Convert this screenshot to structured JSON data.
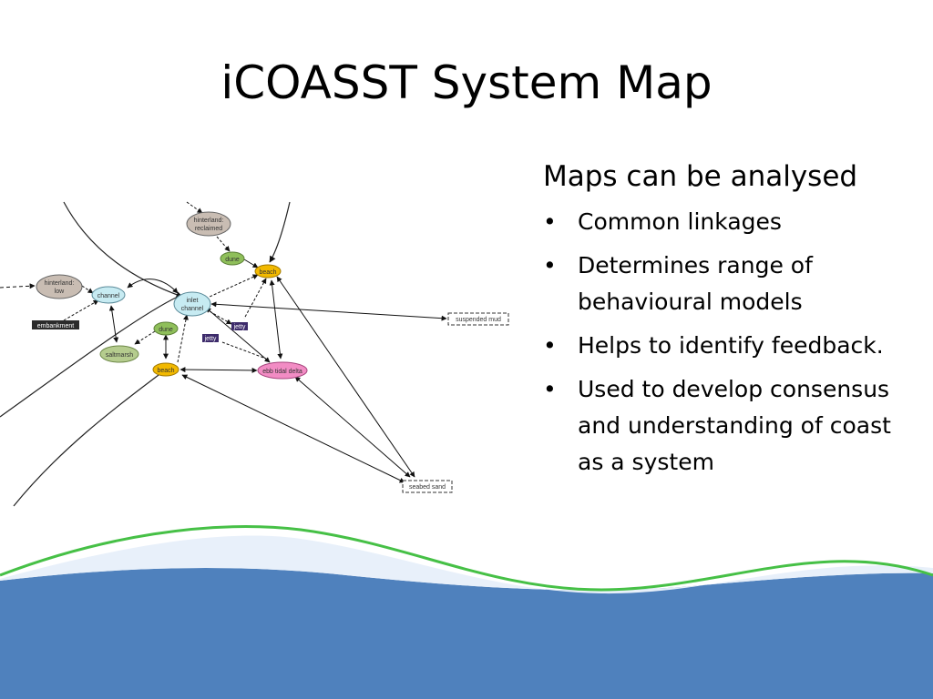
{
  "title": "iCOASST System Map",
  "text_panel": {
    "heading": "Maps can be analysed",
    "bullets": [
      "Common linkages",
      "Determines range of behavioural models",
      "Helps to identify feedback.",
      "Used to develop consensus and understanding of coast as a system"
    ]
  },
  "diagram": {
    "nodes": {
      "hinterland_reclaimed": [
        "hinterland:",
        "reclaimed"
      ],
      "hinterland_low": [
        "hinterland:",
        "low"
      ],
      "dune_top": "dune",
      "beach_top": "beach",
      "channel": "channel",
      "inlet_channel": [
        "inlet",
        "channel"
      ],
      "saltmarsh": "saltmarsh",
      "dune_mid": "dune",
      "beach_mid": "beach",
      "ebb_tidal_delta": "ebb tidal delta",
      "suspended_mud": "suspended mud",
      "seabed_sand": "seabed sand",
      "embankment": "embankment",
      "jetty_top": "jetty",
      "jetty_mid": "jetty"
    }
  },
  "colors": {
    "hinterland": "#c9bdb3",
    "dune": "#8fbf5a",
    "beach": "#f2b900",
    "channel": "#c7ebf2",
    "saltmarsh": "#b5cc8e",
    "ebb_tidal_delta": "#f28cc4",
    "structure_dark": "#2b2b2b",
    "jetty": "#3d2b6b",
    "sea_blue": "#4f81bd",
    "shore_green": "#46c046"
  }
}
